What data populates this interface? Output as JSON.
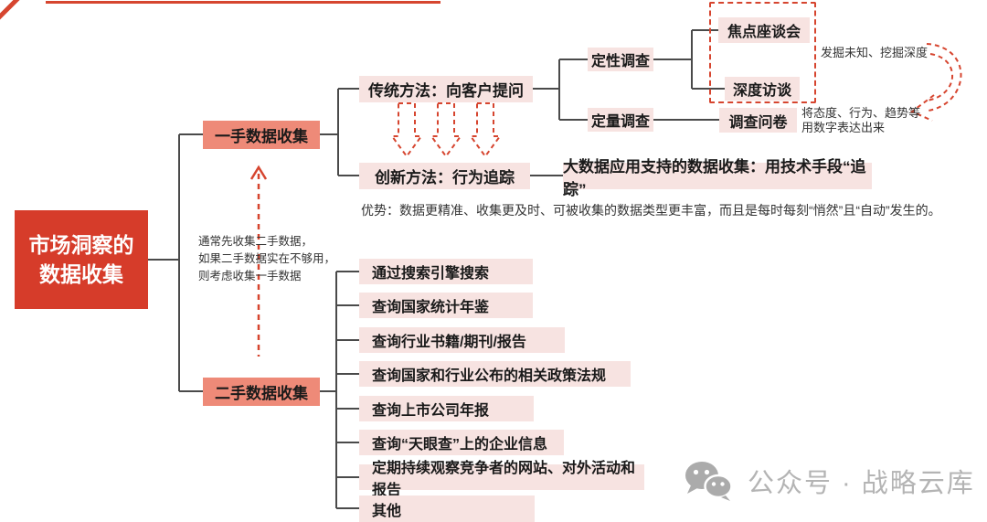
{
  "colors": {
    "primary_red": "#d63c2a",
    "salmon": "#ee8a78",
    "light_pink": "#f7e3e1",
    "dashed_red": "#d6452f",
    "connector_gray": "#4a4a4a",
    "watermark_gray": "#b4b4b4"
  },
  "root": {
    "title": "市场洞察的\n数据收集"
  },
  "branches": {
    "primary": {
      "label": "一手数据收集"
    },
    "secondary": {
      "label": "二手数据收集"
    },
    "sequence_note": "通常先收集二手数据，\n如果二手数据实在不够用，\n则考虑收集一手数据"
  },
  "primary": {
    "traditional": {
      "label": "传统方法：向客户提问"
    },
    "innovative": {
      "label": "创新方法：行为追踪"
    },
    "qualitative": {
      "label": "定性调查"
    },
    "quantitative": {
      "label": "定量调查"
    },
    "focus_group": {
      "label": "焦点座谈会"
    },
    "depth_interview": {
      "label": "深度访谈"
    },
    "questionnaire": {
      "label": "调查问卷"
    },
    "qualitative_note": "发掘未知、挖掘深度",
    "questionnaire_note": "将态度、行为、趋势等\n用数字表达出来",
    "bigdata": {
      "label": "大数据应用支持的数据收集：用技术手段“追踪”"
    },
    "advantage_note": "优势：数据更精准、收集更及时、可被收集的数据类型更丰富，而且是每时每刻“悄然”且“自动”发生的。"
  },
  "secondary_items": [
    {
      "label": "通过搜索引擎搜索"
    },
    {
      "label": "查询国家统计年鉴"
    },
    {
      "label": "查询行业书籍/期刊/报告"
    },
    {
      "label": "查询国家和行业公布的相关政策法规"
    },
    {
      "label": "查询上市公司年报"
    },
    {
      "label": "查询“天眼查”上的企业信息"
    },
    {
      "label": "定期持续观察竞争者的网站、对外活动和报告"
    },
    {
      "label": "其他"
    }
  ],
  "watermark": {
    "text": "公众号 · 战略云库",
    "icon": "wechat-icon"
  }
}
